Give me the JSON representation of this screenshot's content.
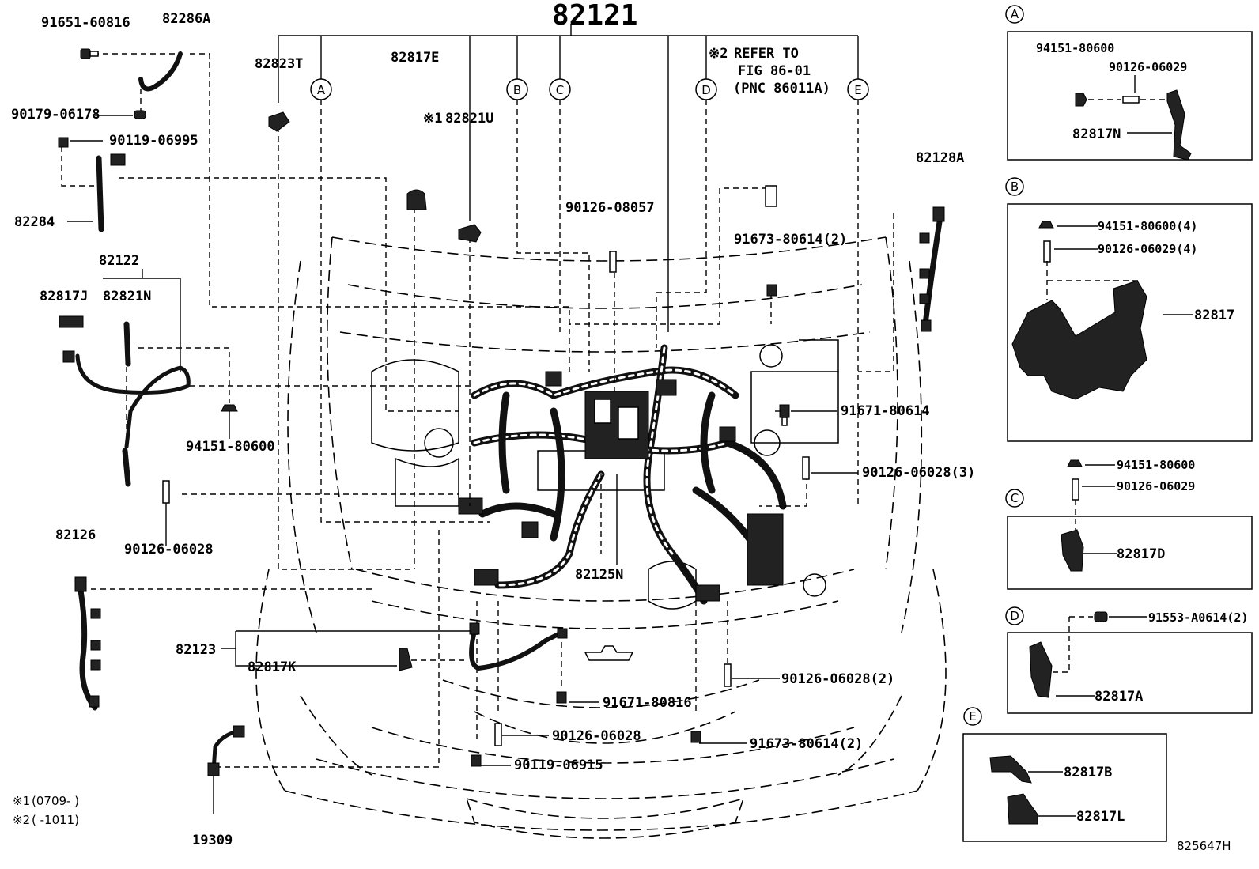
{
  "diagram": {
    "reference_code": "825647H",
    "notes": [
      {
        "mark": "※1",
        "text": "(0709-      )"
      },
      {
        "mark": "※2",
        "text": "(      -1011)"
      }
    ],
    "refer_note": {
      "mark": "※2",
      "lines": [
        "REFER TO",
        "FIG 86-01",
        "(PNC 86011A)"
      ]
    },
    "main_harness": "82121",
    "section_letters": [
      "A",
      "B",
      "C",
      "D",
      "E"
    ],
    "labels": {
      "p91651_60816": "91651-60816",
      "p82286A": "82286A",
      "p90179_06178": "90179-06178",
      "p90119_06995": "90119-06995",
      "p82284": "82284",
      "p82823T": "82823T",
      "p82817E": "82817E",
      "p82821U": "82821U",
      "p82821U_mark": "※1",
      "p90126_08057": "90126-08057",
      "p91673_80614_2a": "91673-80614(2)",
      "p82128A": "82128A",
      "p82122": "82122",
      "p82817J": "82817J",
      "p82821N": "82821N",
      "p94151_80600_left": "94151-80600",
      "p90126_06028_left": "90126-06028",
      "p91671_80614": "91671-80614",
      "p90126_06028_3": "90126-06028(3)",
      "p82126": "82126",
      "p82125N": "82125N",
      "p82123": "82123",
      "p82817K": "82817K",
      "p91671_80816": "91671-80816",
      "p90126_06028_2": "90126-06028(2)",
      "p90126_06028_bottom": "90126-06028",
      "p91673_80614_2b": "91673-80614(2)",
      "p90119_06915": "90119-06915",
      "p19309": "19309"
    },
    "inset_A": {
      "letter": "A",
      "p1": "94151-80600",
      "p2": "90126-06029",
      "part": "82817N"
    },
    "inset_B": {
      "letter": "B",
      "p1": "94151-80600(4)",
      "p2": "90126-06029(4)",
      "part": "82817"
    },
    "inset_C": {
      "letter": "C",
      "p1": "94151-80600",
      "p2": "90126-06029",
      "part": "82817D"
    },
    "inset_D": {
      "letter": "D",
      "p1": "91553-A0614(2)",
      "part": "82817A"
    },
    "inset_E": {
      "letter": "E",
      "p1": "82817B",
      "p2": "82817L"
    }
  }
}
